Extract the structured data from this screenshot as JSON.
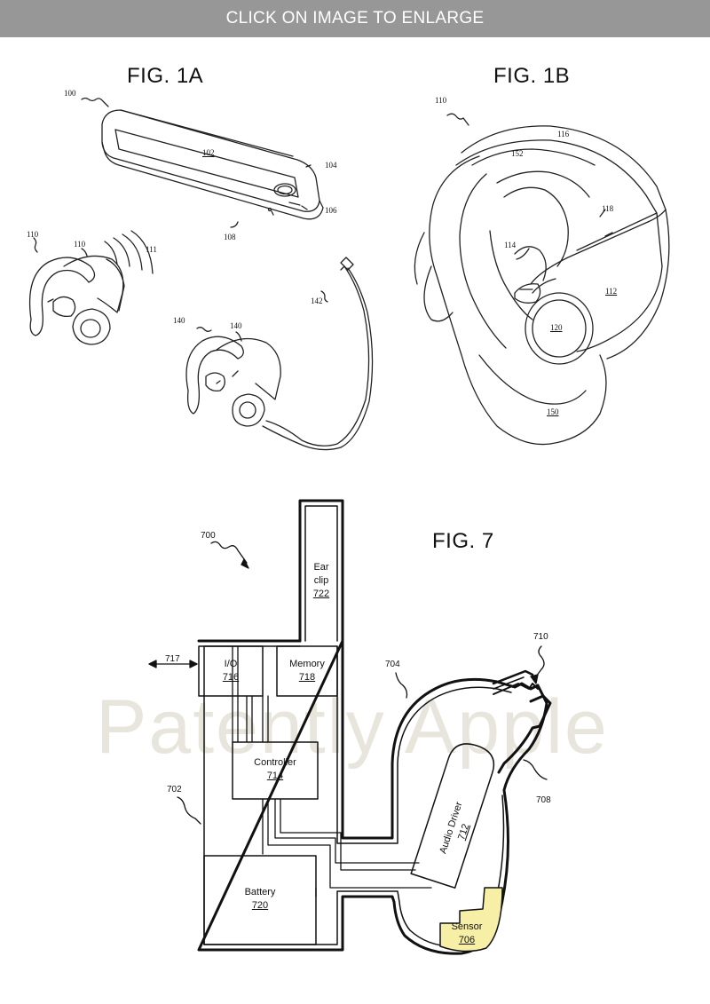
{
  "banner": {
    "text": "CLICK ON IMAGE TO ENLARGE"
  },
  "watermark": "Patently Apple",
  "fig1a": {
    "title": "FIG. 1A",
    "labels": {
      "r100": "100",
      "r102": "102",
      "r104": "104",
      "r106": "106",
      "r108": "108",
      "r110a": "110",
      "r110b": "110",
      "r111": "111",
      "r140a": "140",
      "r140b": "140",
      "r142": "142"
    }
  },
  "fig1b": {
    "title": "FIG. 1B",
    "labels": {
      "r110": "110",
      "r116": "116",
      "r152": "152",
      "r118": "118",
      "r114": "114",
      "r112": "112",
      "r120": "120",
      "r150": "150"
    }
  },
  "fig7": {
    "title": "FIG. 7",
    "blocks": {
      "earclip": {
        "label": "Ear clip",
        "num": "722"
      },
      "io": {
        "label": "I/O",
        "num": "716"
      },
      "memory": {
        "label": "Memory",
        "num": "718"
      },
      "controller": {
        "label": "Controller",
        "num": "714"
      },
      "battery": {
        "label": "Battery",
        "num": "720"
      },
      "driver": {
        "label": "Audio Driver",
        "num": "712"
      },
      "sensor": {
        "label": "Sensor",
        "num": "706"
      }
    },
    "refs": {
      "r700": "700",
      "r717": "717",
      "r702": "702",
      "r704": "704",
      "r708": "708",
      "r710": "710"
    },
    "colors": {
      "sensor_fill": "#f7efa6",
      "outline": "#111111"
    }
  }
}
